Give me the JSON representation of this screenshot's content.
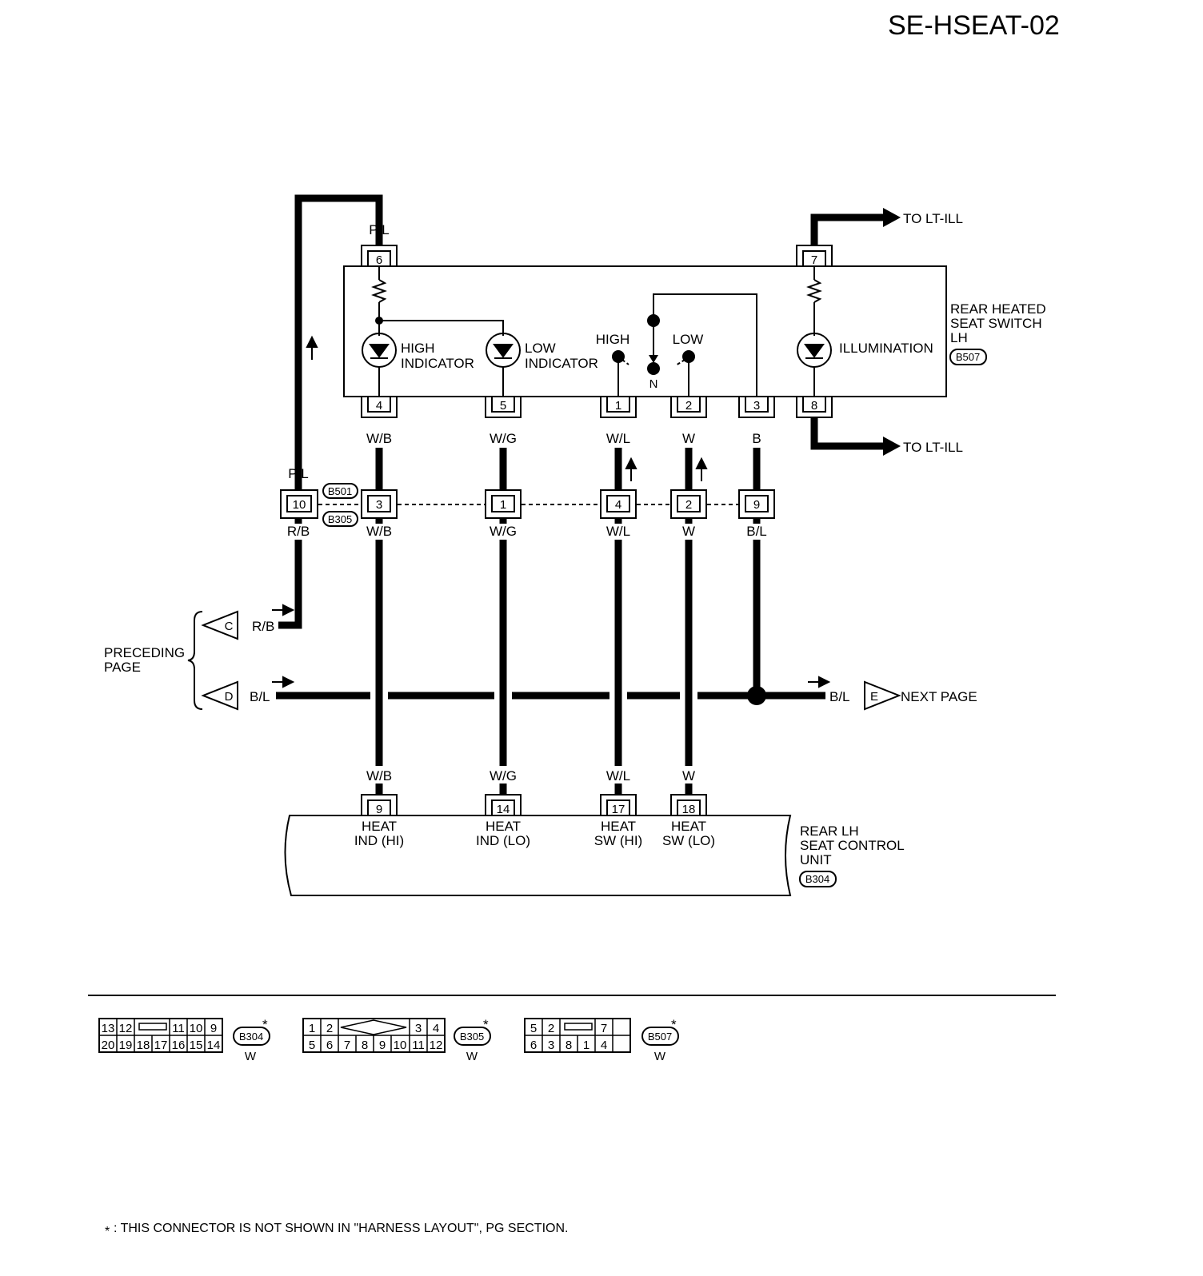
{
  "title": "SE-HSEAT-02",
  "switch_unit": {
    "name_lines": [
      "REAR HEATED",
      "SEAT SWITCH",
      "LH"
    ],
    "connector": "B507",
    "high_indicator_lines": [
      "HIGH",
      "INDICATOR"
    ],
    "low_indicator_lines": [
      "LOW",
      "INDICATOR"
    ],
    "switch_high": "HIGH",
    "switch_low": "LOW",
    "switch_neutral": "N",
    "illumination": "ILLUMINATION",
    "pins_top": [
      "6",
      "7"
    ],
    "pins_bottom": [
      "4",
      "5",
      "1",
      "2",
      "3",
      "8"
    ]
  },
  "to_lt_ill_top": "TO LT-ILL",
  "to_lt_ill_bottom": "TO LT-ILL",
  "wire_colors_upper": {
    "pl_top": "P/L",
    "w4": "W/B",
    "w5": "W/G",
    "w1": "W/L",
    "w2": "W",
    "w3": "B"
  },
  "junction": {
    "connector_top": "B501",
    "connector_bottom": "B305",
    "pins": [
      "10",
      "3",
      "1",
      "4",
      "2",
      "9"
    ],
    "color_above_pl": "P/L",
    "colors_below": [
      "R/B",
      "W/B",
      "W/G",
      "W/L",
      "W",
      "B/L"
    ]
  },
  "preceding_page": {
    "label_lines": [
      "PRECEDING",
      "PAGE"
    ],
    "connector_c": "C",
    "connector_c_wire": "R/B",
    "connector_d": "D",
    "connector_d_wire": "B/L"
  },
  "next_page": {
    "wire": "B/L",
    "connector": "E",
    "label": "NEXT PAGE"
  },
  "control_unit": {
    "wire_colors": [
      "W/B",
      "W/G",
      "W/L",
      "W"
    ],
    "pins": [
      "9",
      "14",
      "17",
      "18"
    ],
    "terminal_names": [
      [
        "HEAT",
        "IND (HI)"
      ],
      [
        "HEAT",
        "IND (LO)"
      ],
      [
        "HEAT",
        "SW (HI)"
      ],
      [
        "HEAT",
        "SW (LO)"
      ]
    ],
    "name_lines": [
      "REAR LH",
      "SEAT CONTROL",
      "UNIT"
    ],
    "connector": "B304"
  },
  "connector_views": [
    {
      "id": "B304",
      "color": "W",
      "top_row": [
        "13",
        "12",
        "",
        "11",
        "10",
        "9"
      ],
      "bottom_row": [
        "20",
        "19",
        "18",
        "17",
        "16",
        "15",
        "14"
      ]
    },
    {
      "id": "B305",
      "color": "W",
      "top_row": [
        "1",
        "2",
        "",
        "3",
        "4"
      ],
      "bottom_row": [
        "5",
        "6",
        "7",
        "8",
        "9",
        "10",
        "11",
        "12"
      ]
    },
    {
      "id": "B507",
      "color": "W",
      "top_row": [
        "5",
        "2",
        "",
        "7",
        ""
      ],
      "bottom_row": [
        "6",
        "3",
        "8",
        "1",
        "4",
        ""
      ]
    }
  ],
  "footnote": {
    "mark": "*",
    "text": ": THIS CONNECTOR IS NOT SHOWN IN \"HARNESS LAYOUT\", PG SECTION."
  }
}
